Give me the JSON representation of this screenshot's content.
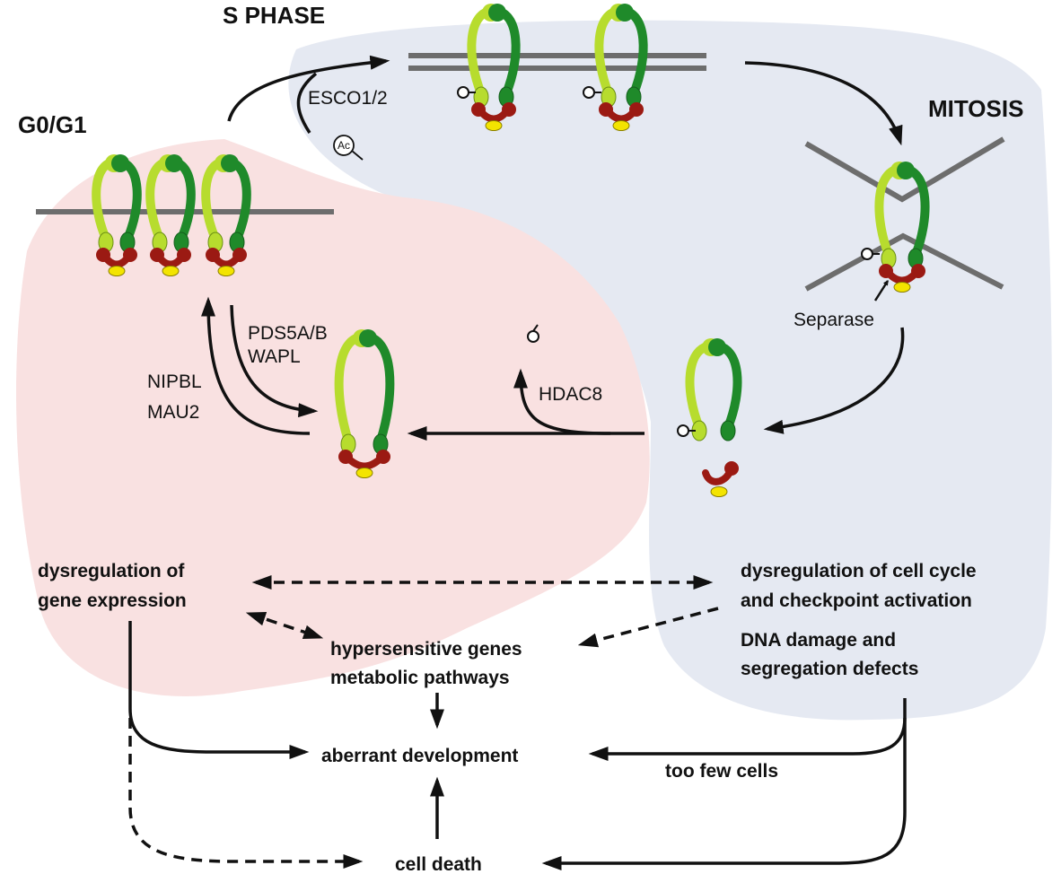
{
  "phases": {
    "g0g1": "G0/G1",
    "s_phase": "S PHASE",
    "mitosis": "MITOSIS"
  },
  "enzymes": {
    "esco": "ESCO1/2",
    "acetyl": "Ac",
    "pds5_1": "PDS5A/B",
    "pds5_2": "WAPL",
    "nipbl_1": "NIPBL",
    "nipbl_2": "MAU2",
    "hdac8": "HDAC8",
    "separase": "Separase"
  },
  "outcomes": {
    "gene_1": "dysregulation of",
    "gene_2": "gene expression",
    "cycle_1": "dysregulation of cell cycle",
    "cycle_2": "and checkpoint activation",
    "dna_1": "DNA damage and",
    "dna_2": "segregation defects",
    "hyper_1": "hypersensitive genes",
    "hyper_2": "metabolic pathways",
    "aberrant": "aberrant development",
    "too_few": "too few cells",
    "death": "cell death"
  },
  "colors": {
    "g1_region": "#f9e1e1",
    "s_mitosis_region": "#e5e9f2",
    "smc_light_green": "#b7dc2e",
    "smc_dark_green": "#1f8a2a",
    "kleisin_red": "#9b1a13",
    "sa_yellow": "#f3e400",
    "dna_gray": "#6d6d6d"
  }
}
